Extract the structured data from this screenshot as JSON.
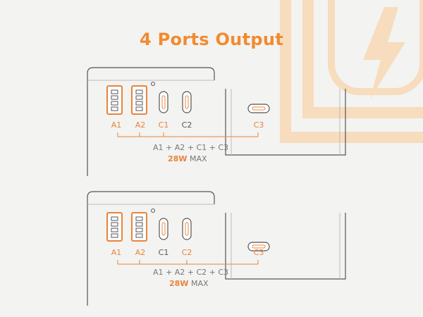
{
  "title": "4 Ports Output",
  "colors": {
    "accent": "#f28a30",
    "watermark": "#f7d9b8",
    "outline": "#555555",
    "background": "#f3f3f1"
  },
  "watermark_icon": "lightning-bolt-icon",
  "panels": [
    {
      "ports_front": [
        "A1",
        "A2",
        "C1",
        "C2"
      ],
      "port_side": "C3",
      "formula": "A1 + A2 + C1 + C3",
      "power_value": "28W",
      "power_suffix": "MAX"
    },
    {
      "ports_front": [
        "A1",
        "A2",
        "C1",
        "C2"
      ],
      "port_side": "C3",
      "formula": "A1 + A2 + C2 + C3",
      "power_value": "28W",
      "power_suffix": "MAX"
    }
  ]
}
